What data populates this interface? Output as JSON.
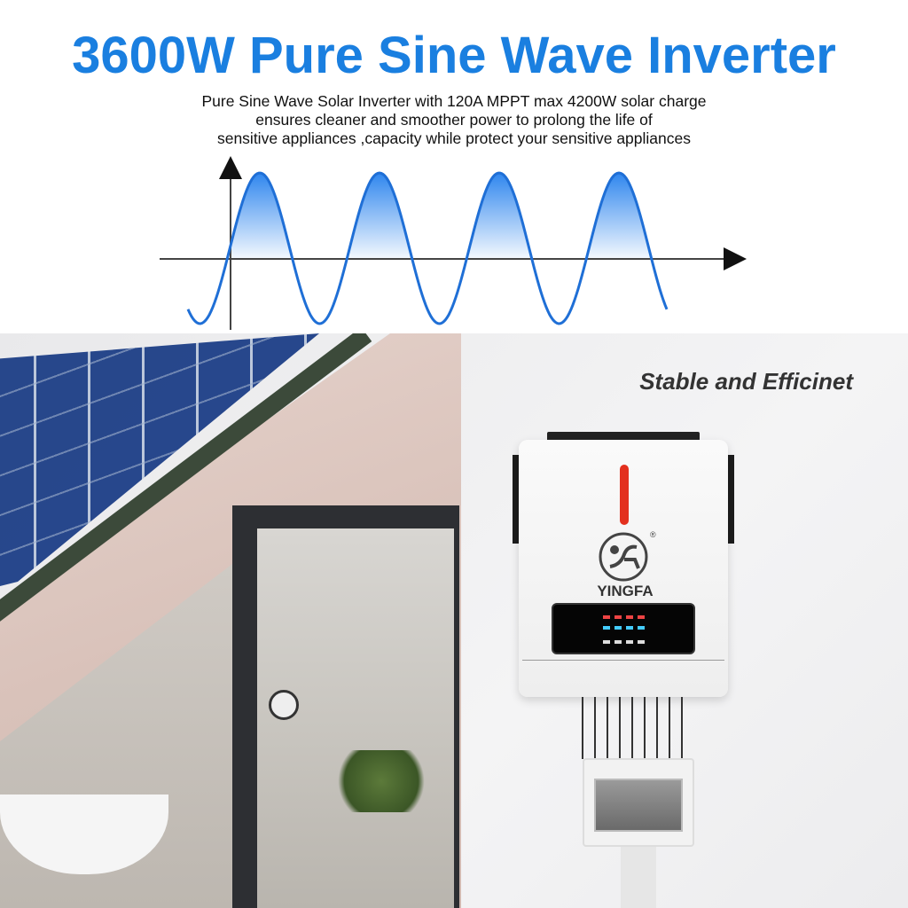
{
  "header": {
    "title": "3600W Pure Sine Wave Inverter",
    "subtitle_lines": [
      "Pure Sine Wave Solar Inverter with 120A MPPT max 4200W solar charge",
      "ensures cleaner and smoother power to prolong the life of",
      "sensitive appliances ,capacity while protect your sensitive appliances"
    ]
  },
  "colors": {
    "title": "#1a7fe0",
    "wave": "#1f6fd6",
    "wave_fill": "#3b8ff0",
    "indicator": "#e3301e"
  },
  "scene": {
    "tagline": "Stable and Efficinet",
    "brand_logo_text": "YINGFA",
    "registered_mark": "®"
  }
}
